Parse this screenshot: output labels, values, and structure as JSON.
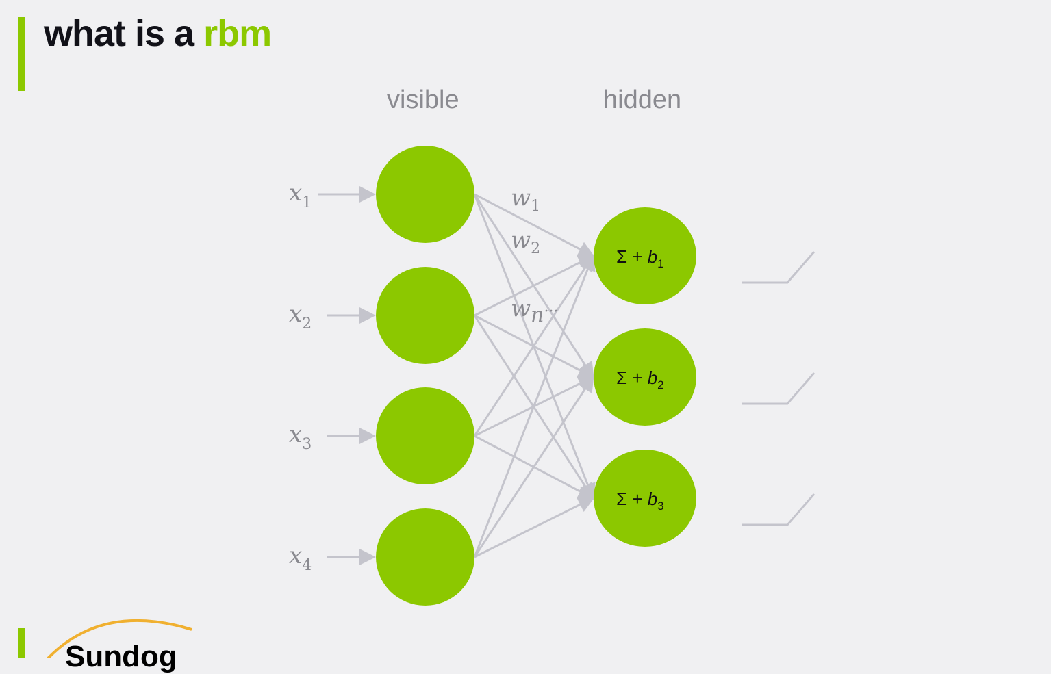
{
  "title": {
    "prefix": "what is a ",
    "highlight": "rbm"
  },
  "labels": {
    "visible": "visible",
    "hidden": "hidden"
  },
  "inputs": [
    "x1",
    "x2",
    "x3",
    "x4"
  ],
  "input_subs": [
    "1",
    "2",
    "3",
    "4"
  ],
  "weights": [
    {
      "base": "w",
      "sub": "1"
    },
    {
      "base": "w",
      "sub": "2"
    },
    {
      "base": "w",
      "sub": "n",
      "suffix": "···"
    }
  ],
  "hidden_nodes": [
    {
      "text": "Σ + b",
      "sub": "1"
    },
    {
      "text": "Σ + b",
      "sub": "2"
    },
    {
      "text": "Σ + b",
      "sub": "3"
    }
  ],
  "logo_text": "Sundog",
  "colors": {
    "accent": "#8cc800",
    "edge": "#c4c4cc",
    "label": "#8a8a90",
    "logo_arc": "#f0b030"
  }
}
